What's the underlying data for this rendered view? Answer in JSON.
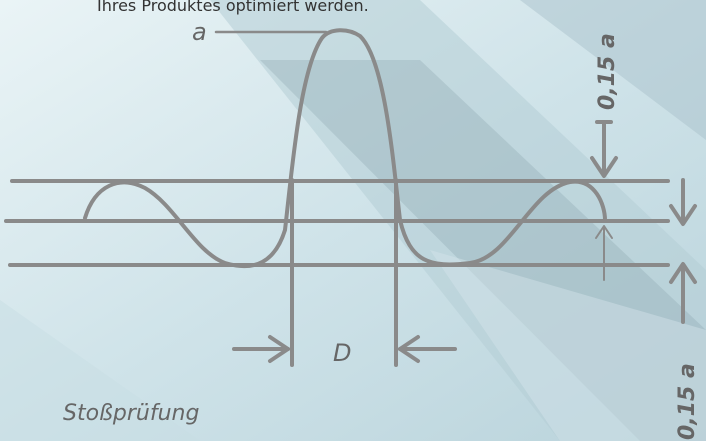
{
  "caption": "Ihres Produktes optimiert werden.",
  "labels": {
    "amplitude": "a",
    "width": "D",
    "upper_tolerance": "0,15 a",
    "lower_tolerance": "0,15 a",
    "title": "Stoßprüfung"
  },
  "colors": {
    "stroke": "#8a8a8a",
    "background": "#dfeef2"
  }
}
